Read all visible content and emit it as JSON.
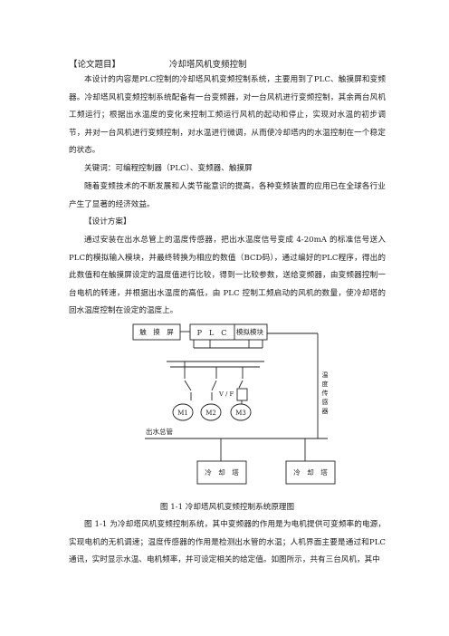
{
  "header": {
    "label": "【论文题目】",
    "title": "冷却塔风机变频控制"
  },
  "body": {
    "p1": "本设计的内容是PLC控制的冷却塔风机变频控制系统，主要用到了PLC、触摸屏和变频器。冷却塔风机变频控制系统配备有一台变频器，对一台风机进行变频控制，其余两台风机工频运行；根据出水温度的变化来控制工频运行风机的起动和停止，实现对水温的初步调节，并对一台风机进行变频控制，对水温进行微调，从而使冷却塔内的水温控制在一个稳定的状态。",
    "keywords": "关键词：可编程控制器（PLC）、变频器、触摸屏",
    "p2": "随着变频技术的不断发展和人类节能意识的提高，各种变频装置的应用已在全球各行业产生了显著的经济效益。",
    "design_heading": "【设计方案】",
    "p3": "通过安装在出水总管上的温度传感器，把出水温度信号变成 4-20mA 的标准信号送入PLC的模拟输入模块，并最终转换为相应的数值（BCD码），通过编好的PLC程序，得出的此数值和在触摸屏设定的温度值进行比较，得到一比较参数，送给变频器，由变频器控制一台电机的转速，并根据出水温度的高低，由 PLC 控制工频启动的风机的数量，使冷却塔的回水温度控制在设定的温度上。",
    "p4": "图 1-1 为冷却塔风机变频控制系统，其中变频器的作用是为电机提供可变频率的电源，实现电机的无机调速；温度传感器的作用是检测出水管的水温；人机界面主要是通过和PLC 通讯，实时显示水温、电机频率，并可设定相关的给定值。如图所示，共有三台风机，其中"
  },
  "diagram": {
    "touch_screen": "触　摸　屏",
    "plc": "P　L　C",
    "analog_module": "模拟模块",
    "vf": "V / F",
    "motors": [
      "M1",
      "M2",
      "M3"
    ],
    "sensor": "温度传感器",
    "outlet_pipe": "出水总管",
    "tower1": "冷　却　塔",
    "tower2": "冷　却　塔"
  },
  "caption": "图 1-1  冷却塔风机变频控制系统原理图"
}
